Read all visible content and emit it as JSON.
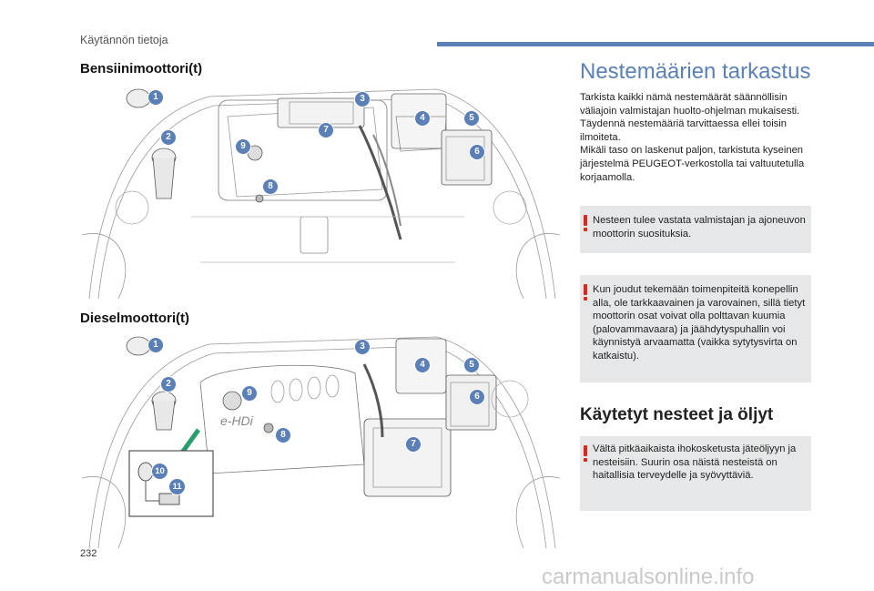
{
  "header": {
    "section_label": "Käytännön tietoja",
    "accent": "#5b7fb7"
  },
  "petrol": {
    "heading": "Bensiinimoottori(t)",
    "markers": [
      "1",
      "2",
      "3",
      "4",
      "5",
      "6",
      "7",
      "8",
      "9"
    ]
  },
  "diesel": {
    "heading": "Dieselmoottori(t)",
    "engine_logo": "e-HDi",
    "markers": [
      "1",
      "2",
      "3",
      "4",
      "5",
      "6",
      "7",
      "8",
      "9",
      "10",
      "11"
    ]
  },
  "fluids": {
    "title": "Nestemäärien tarkastus",
    "intro_1": "Tarkista kaikki nämä nestemäärät säännöllisin väliajoin valmistajan huolto-ohjelman mukaisesti. Täydennä nestemääriä tarvittaessa ellei toisin ilmoiteta.",
    "intro_2": "Mikäli taso on laskenut paljon, tarkistuta kyseinen järjestelmä PEUGEOT-verkostolla tai valtuutetulla korjaamolla.",
    "warning_1": "Nesteen tulee vastata valmistajan ja ajoneuvon moottorin suosituksia.",
    "warning_2": "Kun joudut tekemään toimenpiteitä konepellin alla, ole tarkkaavainen ja varovainen, sillä tietyt moottorin osat voivat olla polttavan kuumia (palovammavaara) ja jäähdytyspuhallin voi käynnistyä arvaamatta (vaikka sytytysvirta on katkaistu)."
  },
  "used": {
    "title": "Käytetyt nesteet ja öljyt",
    "warning": "Vältä pitkäaikaista ihokosketusta jäteöljyyn ja nesteisiin. Suurin osa näistä nesteistä on haitallisia terveydelle ja syövyttäviä."
  },
  "page_number": "232",
  "watermark": "carmanualsonline.info",
  "colors": {
    "warning": "#e1251b",
    "box": "#e6e7e8",
    "marker": "#5b7fb7"
  }
}
